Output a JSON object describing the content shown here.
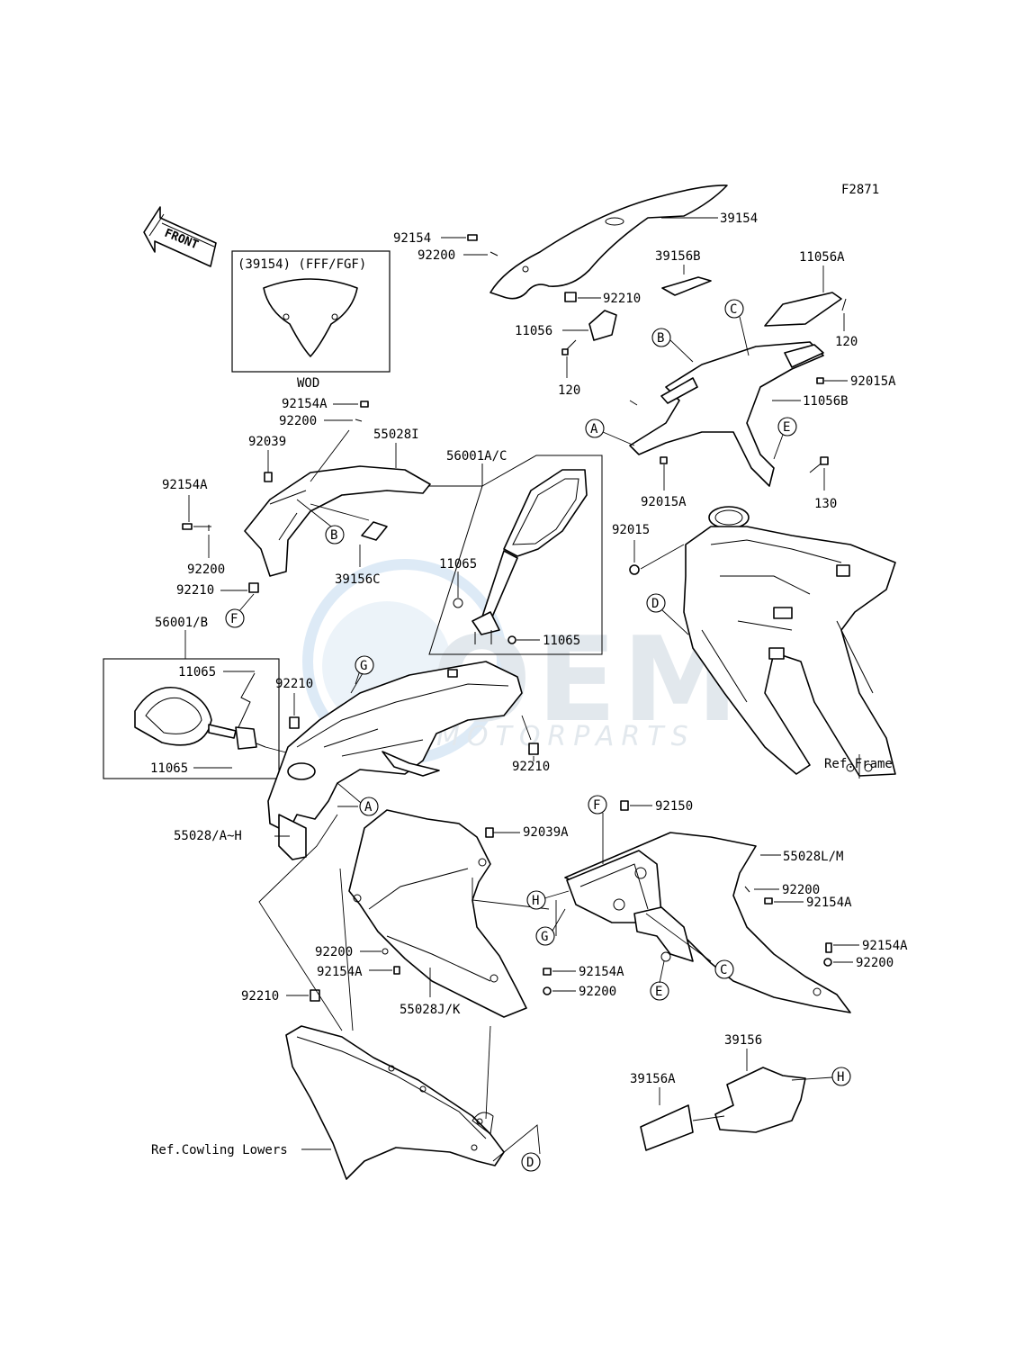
{
  "figure_code": "F2871",
  "front_label": "FRONT",
  "inset_windshield": {
    "title": "(39154)  (FFF/FGF)",
    "caption": "WOD"
  },
  "watermark": {
    "brand": "OEM",
    "sub": "MOTORPARTS"
  },
  "part_labels": [
    {
      "id": "p39154",
      "text": "39154"
    },
    {
      "id": "p92154a_top",
      "text": "92154"
    },
    {
      "id": "p92200_top",
      "text": "92200"
    },
    {
      "id": "p92210_top",
      "text": "92210"
    },
    {
      "id": "p11056",
      "text": "11056"
    },
    {
      "id": "p120_left",
      "text": "120"
    },
    {
      "id": "p39156B",
      "text": "39156B"
    },
    {
      "id": "p11056A",
      "text": "11056A"
    },
    {
      "id": "p120_right",
      "text": "120"
    },
    {
      "id": "p92015A_top",
      "text": "92015A"
    },
    {
      "id": "p11056B",
      "text": "11056B"
    },
    {
      "id": "p92015A_mid",
      "text": "92015A"
    },
    {
      "id": "p130",
      "text": "130"
    },
    {
      "id": "p92015",
      "text": "92015"
    },
    {
      "id": "p92154A_a",
      "text": "92154A"
    },
    {
      "id": "p92200_a",
      "text": "92200"
    },
    {
      "id": "p92039",
      "text": "92039"
    },
    {
      "id": "p55028I",
      "text": "55028I"
    },
    {
      "id": "p92154A_b",
      "text": "92154A"
    },
    {
      "id": "p92200_b",
      "text": "92200"
    },
    {
      "id": "p92210_b",
      "text": "92210"
    },
    {
      "id": "p39156C",
      "text": "39156C"
    },
    {
      "id": "p56001AC",
      "text": "56001A/C"
    },
    {
      "id": "p11065_a",
      "text": "11065"
    },
    {
      "id": "p11065_b",
      "text": "11065"
    },
    {
      "id": "p56001B",
      "text": "56001/B"
    },
    {
      "id": "p11065_c",
      "text": "11065"
    },
    {
      "id": "p11065_d",
      "text": "11065"
    },
    {
      "id": "p92210_c",
      "text": "92210"
    },
    {
      "id": "p92210_d",
      "text": "92210"
    },
    {
      "id": "pRefFrame",
      "text": "Ref.Frame"
    },
    {
      "id": "p55028AH",
      "text": "55028/A~H"
    },
    {
      "id": "p92039A",
      "text": "92039A"
    },
    {
      "id": "p92150",
      "text": "92150"
    },
    {
      "id": "p55028LM",
      "text": "55028L/M"
    },
    {
      "id": "p92200_c",
      "text": "92200"
    },
    {
      "id": "p92154A_c",
      "text": "92154A"
    },
    {
      "id": "p92154A_d",
      "text": "92154A"
    },
    {
      "id": "p92200_d",
      "text": "92200"
    },
    {
      "id": "p92200_e",
      "text": "92200"
    },
    {
      "id": "p92154A_e",
      "text": "92154A"
    },
    {
      "id": "p92154A_f",
      "text": "92154A"
    },
    {
      "id": "p92200_f",
      "text": "92200"
    },
    {
      "id": "p92210_e",
      "text": "92210"
    },
    {
      "id": "p55028JK",
      "text": "55028J/K"
    },
    {
      "id": "p39156",
      "text": "39156"
    },
    {
      "id": "p39156A",
      "text": "39156A"
    },
    {
      "id": "pRefCowl",
      "text": "Ref.Cowling Lowers"
    }
  ],
  "callouts": [
    {
      "id": "cB1",
      "text": "B"
    },
    {
      "id": "cC1",
      "text": "C"
    },
    {
      "id": "cA1",
      "text": "A"
    },
    {
      "id": "cE1",
      "text": "E"
    },
    {
      "id": "cD1",
      "text": "D"
    },
    {
      "id": "cB2",
      "text": "B"
    },
    {
      "id": "cF1",
      "text": "F"
    },
    {
      "id": "cG1",
      "text": "G"
    },
    {
      "id": "cA2",
      "text": "A"
    },
    {
      "id": "cF2",
      "text": "F"
    },
    {
      "id": "cH1",
      "text": "H"
    },
    {
      "id": "cG2",
      "text": "G"
    },
    {
      "id": "cC2",
      "text": "C"
    },
    {
      "id": "cE2",
      "text": "E"
    },
    {
      "id": "cH2",
      "text": "H"
    },
    {
      "id": "cD2",
      "text": "D"
    }
  ]
}
